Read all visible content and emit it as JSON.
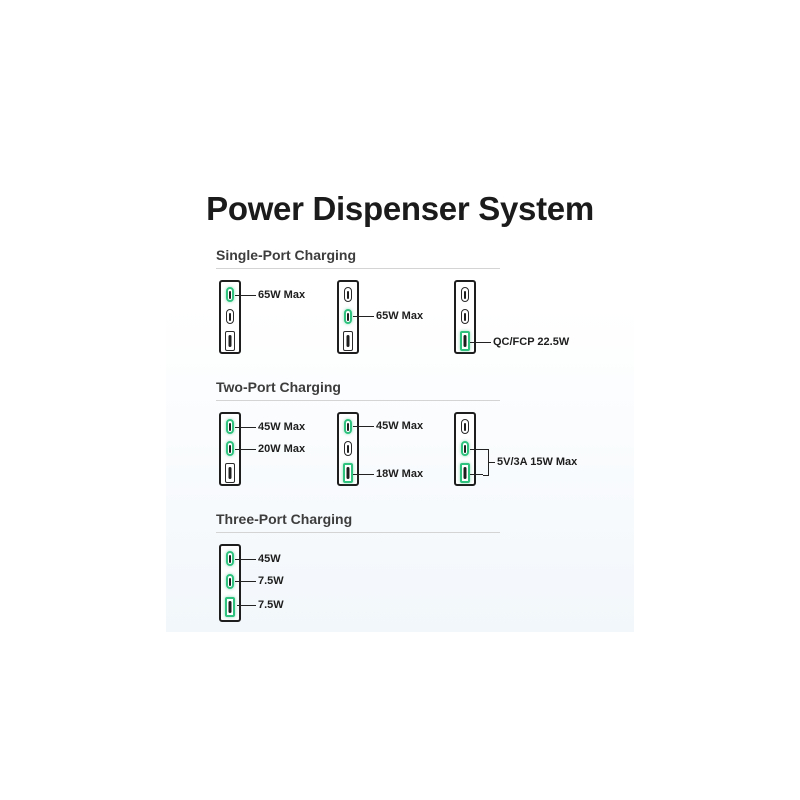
{
  "title": "Power Dispenser System",
  "sections": {
    "single": {
      "heading": "Single-Port Charging",
      "labels": [
        "65W Max",
        "65W Max",
        "QC/FCP 22.5W"
      ]
    },
    "two": {
      "heading": "Two-Port Charging",
      "labels": [
        "45W Max",
        "20W Max",
        "45W Max",
        "18W Max",
        "5V/3A 15W Max"
      ]
    },
    "three": {
      "heading": "Three-Port Charging",
      "labels": [
        "45W",
        "7.5W",
        "7.5W"
      ]
    }
  },
  "colors": {
    "active_port": "#2ec27e",
    "outline": "#1e1e1e",
    "heading": "#3d3d3d"
  }
}
